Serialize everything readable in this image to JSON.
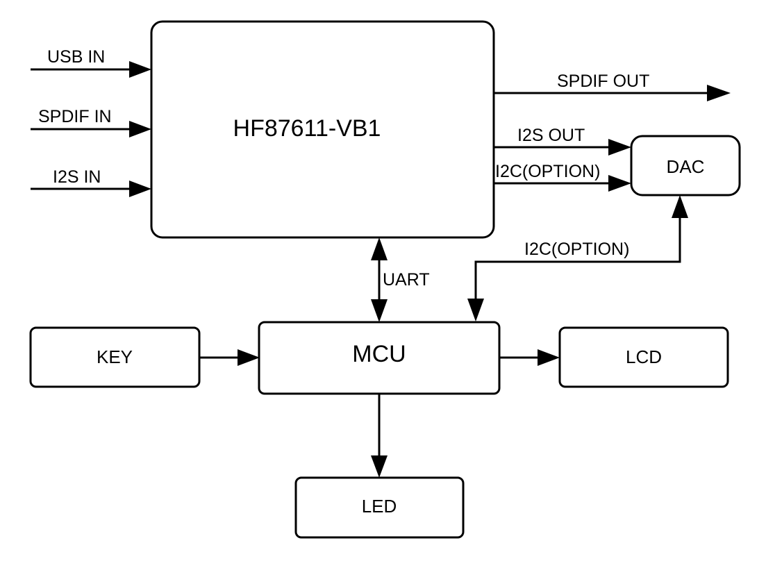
{
  "blocks": {
    "main": "HF87611-VB1",
    "dac": "DAC",
    "mcu": "MCU",
    "key": "KEY",
    "lcd": "LCD",
    "led": "LED"
  },
  "signals": {
    "usb_in": "USB IN",
    "spdif_in": "SPDIF IN",
    "i2s_in": "I2S IN",
    "spdif_out": "SPDIF OUT",
    "i2s_out": "I2S OUT",
    "i2c_option_top": "I2C(OPTION)",
    "i2c_option_mid": "I2C(OPTION)",
    "uart": "UART"
  }
}
